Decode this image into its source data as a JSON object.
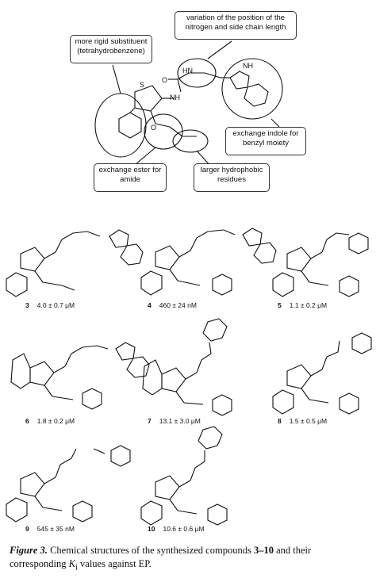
{
  "annotations": {
    "rigid": "more rigid substituent (tetrahydrobenzene)",
    "variation": "variation of the position of the nitrogen and side chain length",
    "indole": "exchange indole for benzyl moiety",
    "ester": "exchange ester for amide",
    "hydrophobic": "larger hydrophobic residues"
  },
  "atoms": {
    "nh": "NH",
    "hn": "HN",
    "s": "S",
    "o": "O",
    "n": "N",
    "h": "H"
  },
  "compounds": [
    {
      "id": "3",
      "value": "4.0 ± 0.7 μM"
    },
    {
      "id": "4",
      "value": "460 ± 24 nM"
    },
    {
      "id": "5",
      "value": "1.1 ± 0.2 μM"
    },
    {
      "id": "6",
      "value": "1.8 ± 0.2 μM"
    },
    {
      "id": "7",
      "value": "13.1 ± 3.0 μM"
    },
    {
      "id": "8",
      "value": "1.5 ± 0.5 μM"
    },
    {
      "id": "9",
      "value": "545 ± 35 nM"
    },
    {
      "id": "10",
      "value": "10.6 ± 0.6 μM"
    }
  ],
  "caption": {
    "figure": "Figure 3.",
    "text1": "Chemical structures of the synthesized compounds",
    "range": "3–10",
    "text2": "and their corresponding",
    "k": "K",
    "sub": "i",
    "text3": "values against EP."
  }
}
